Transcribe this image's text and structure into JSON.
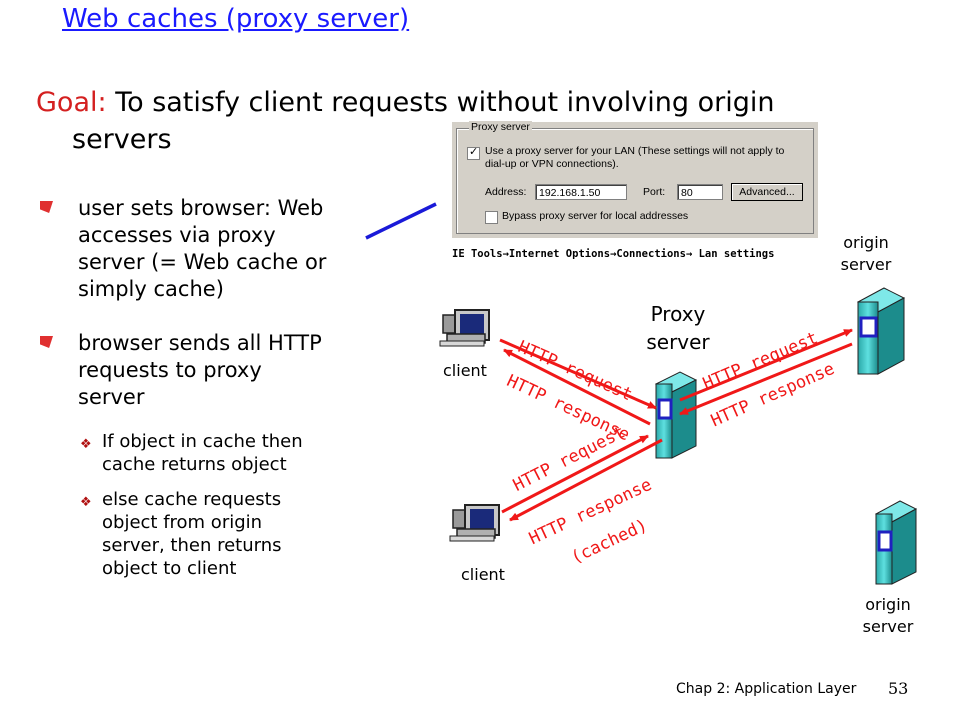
{
  "slide": {
    "title": "Web caches (proxy server)",
    "goal_label": "Goal:",
    "goal_text": "To satisfy client requests without involving origin",
    "goal_text_cont": "servers",
    "footer": "Chap 2: Application Layer",
    "page_number": "53"
  },
  "bullets": [
    {
      "lines": [
        "user sets browser: Web",
        "accesses via  proxy",
        "server (= Web cache or",
        "simply cache)"
      ]
    },
    {
      "lines": [
        "browser sends all HTTP",
        "requests to  proxy",
        "server"
      ],
      "sub": [
        {
          "lines": [
            "If object in cache then",
            "cache returns object"
          ]
        },
        {
          "lines": [
            "else cache requests",
            "object from origin",
            "server, then returns",
            "object to client"
          ]
        }
      ]
    }
  ],
  "dialog": {
    "group_label": "Proxy server",
    "use_proxy_line1": "Use a proxy server for your LAN (These settings will not apply to",
    "use_proxy_line2": "dial-up or VPN connections).",
    "address_label": "Address:",
    "address_value": "192.168.1.50",
    "port_label": "Port:",
    "port_value": "80",
    "advanced_button": "Advanced...",
    "bypass_label": "Bypass proxy server for local addresses",
    "use_proxy_checked": true,
    "bypass_checked": false
  },
  "menu_path": {
    "parts": [
      "IE Tools",
      "Internet Options",
      "Connections",
      "Lan settings"
    ],
    "separator": "→"
  },
  "diagram": {
    "proxy_label": [
      "Proxy",
      "server"
    ],
    "client_top": "client",
    "client_bottom": "client",
    "origin_top": [
      "origin",
      "server"
    ],
    "origin_bottom": [
      "origin",
      "server"
    ],
    "http_request": "HTTP request",
    "http_response": "HTTP response",
    "http_response_cached": [
      "HTTP response",
      "(cached)"
    ],
    "arrow_color": "#f01818",
    "server_color": "#40c8c8",
    "pointer_color": "#1a1ad8"
  }
}
